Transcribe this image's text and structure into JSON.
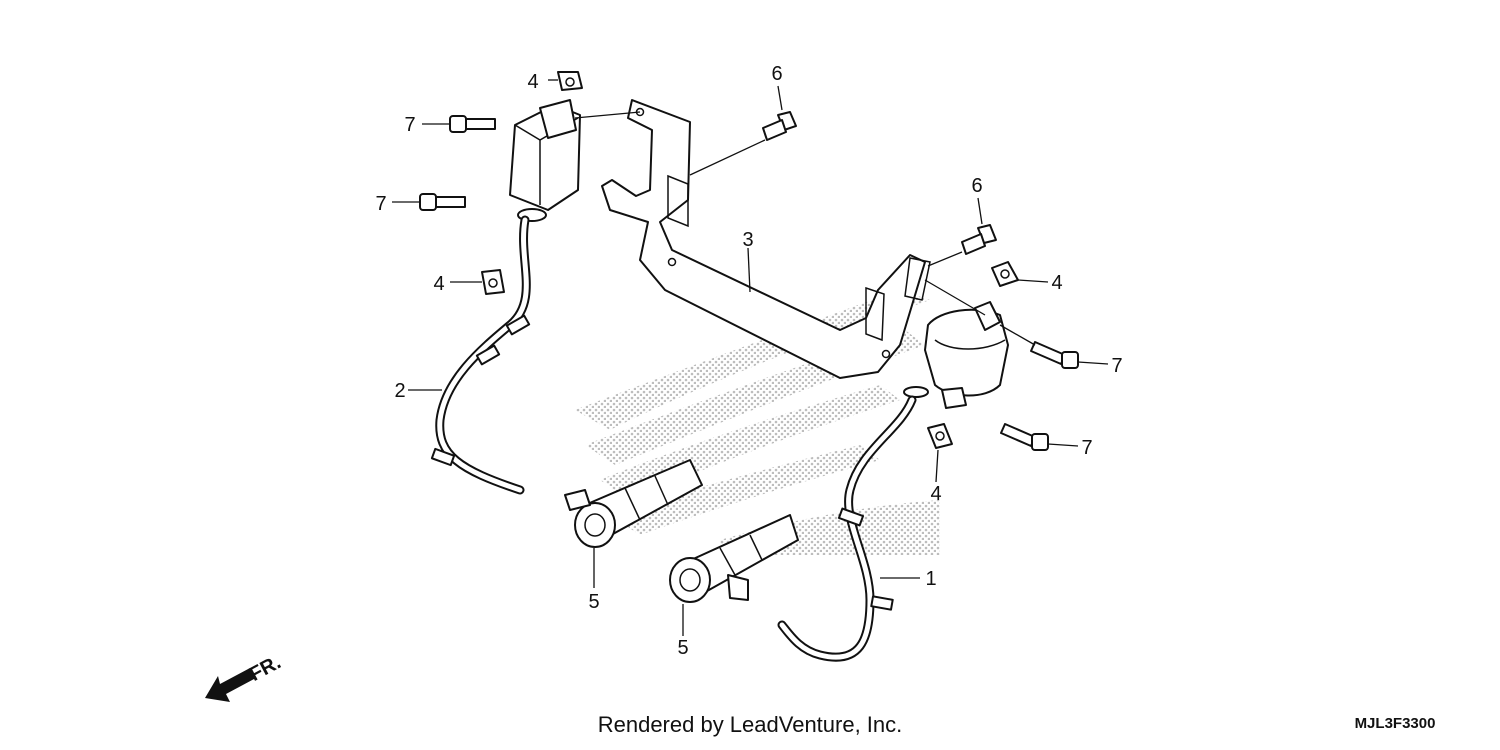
{
  "diagram": {
    "callouts": {
      "c1": "1",
      "c2": "2",
      "c3": "3",
      "c4a": "4",
      "c4b": "4",
      "c4c": "4",
      "c4d": "4",
      "c5a": "5",
      "c5b": "5",
      "c6a": "6",
      "c6b": "6",
      "c7a": "7",
      "c7b": "7",
      "c7c": "7",
      "c7d": "7"
    },
    "direction_label": "FR.",
    "watermark_color": "#c8c8c8"
  },
  "footer": {
    "credit": "Rendered by LeadVenture, Inc.",
    "diagram_code": "MJL3F3300"
  }
}
